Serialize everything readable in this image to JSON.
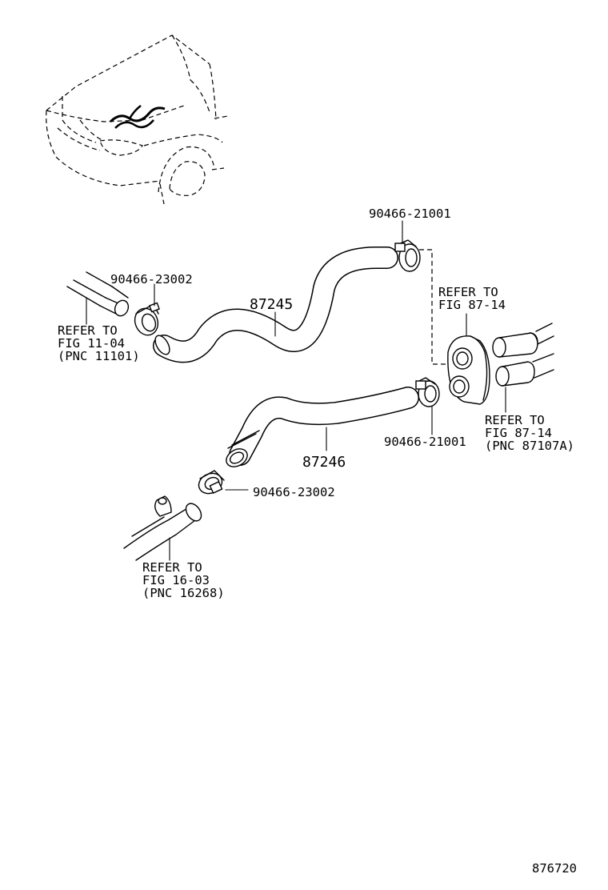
{
  "labels": {
    "clamp_top": "90466-21001",
    "clamp_left": "90466-23002",
    "hose_upper": "87245",
    "refer_left": [
      "REFER TO",
      "FIG 11-04",
      "(PNC 11101)"
    ],
    "refer_right_top": [
      "REFER TO",
      "FIG 87-14"
    ],
    "clamp_right": "90466-21001",
    "refer_right_bottom": [
      "REFER TO",
      "FIG 87-14",
      "(PNC 87107A)"
    ],
    "hose_lower": "87246",
    "clamp_lower": "90466-23002",
    "refer_bottom": [
      "REFER TO",
      "FIG 16-03",
      "(PNC 16268)"
    ],
    "figure_number": "876720"
  }
}
